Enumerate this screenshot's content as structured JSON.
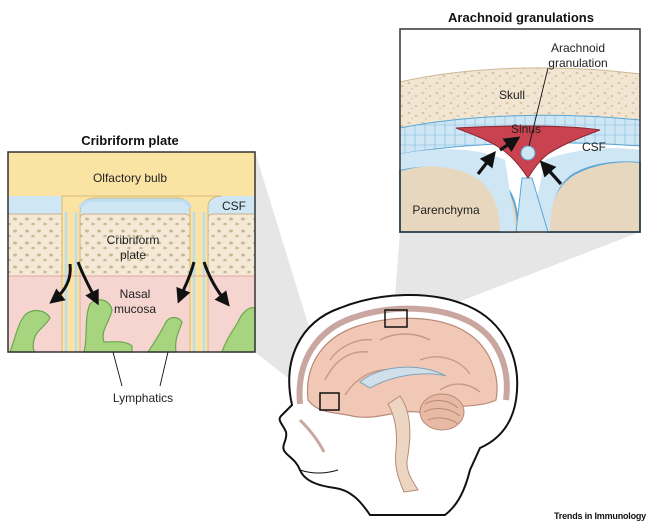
{
  "panels": {
    "arachnoid": {
      "title": "Arachnoid granulations",
      "labels": {
        "granulation_line1": "Arachnoid",
        "granulation_line2": "granulation",
        "skull": "Skull",
        "sinus": "Sinus",
        "csf": "CSF",
        "parenchyma": "Parenchyma"
      }
    },
    "cribriform": {
      "title": "Cribriform plate",
      "labels": {
        "olfactory_bulb": "Olfactory bulb",
        "csf": "CSF",
        "plate_line1": "Cribriform",
        "plate_line2": "plate",
        "mucosa_line1": "Nasal",
        "mucosa_line2": "mucosa"
      }
    }
  },
  "callouts": {
    "lymphatics": "Lymphatics"
  },
  "footer": {
    "credit": "Trends in Immunology"
  },
  "colors": {
    "skull": "#f2e6d2",
    "bone_dots": "#d9c6a6",
    "csf": "#cfe6f4",
    "csf_edge": "#5aa6d6",
    "sinus": "#c9424f",
    "parenchyma": "#e8d7bf",
    "olfactory_bulb": "#fbe3a3",
    "mucosa": "#f6d4d0",
    "lymphatics": "#a7d47f",
    "lymphatics_edge": "#6aa84f",
    "frame": "#333333",
    "callout_fill": "#e6e6e6"
  }
}
